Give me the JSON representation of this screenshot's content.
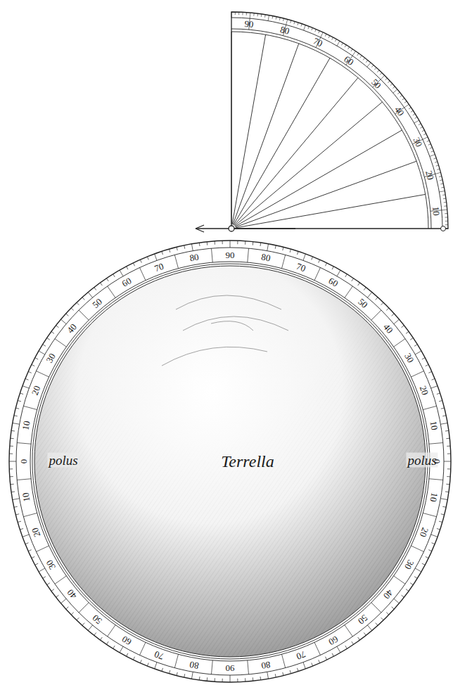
{
  "diagram": {
    "labels": [
      "Terrella",
      "polus",
      "polus",
      "0",
      "10",
      "20",
      "30",
      "40",
      "50",
      "60",
      "70",
      "80",
      "90",
      "80",
      "70",
      "60",
      "50",
      "40",
      "30",
      "20",
      "10",
      "0",
      "10",
      "20",
      "30",
      "40",
      "50",
      "60",
      "70",
      "80",
      "90",
      "80",
      "70",
      "60",
      "50",
      "40",
      "30",
      "20",
      "10",
      "90",
      "80",
      "70",
      "60",
      "50",
      "40",
      "30",
      "20",
      "10"
    ]
  }
}
